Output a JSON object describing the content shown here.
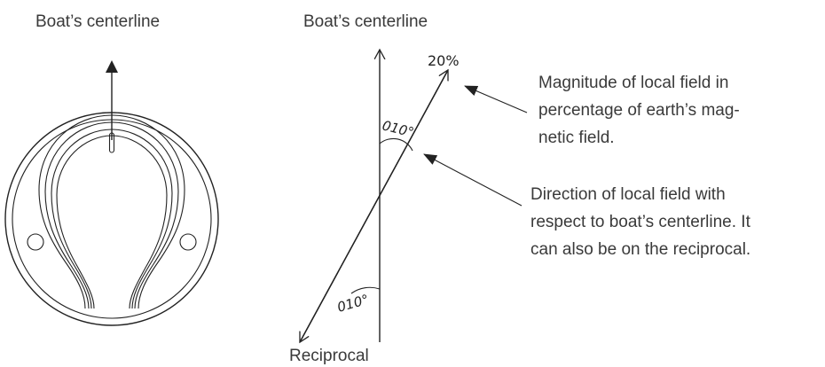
{
  "left_figure": {
    "title": "Boat’s centerline"
  },
  "right_figure": {
    "title": "Boat’s centerline",
    "magnitude_label": "20%",
    "angle_top": "010°",
    "angle_bottom": "010°",
    "reciprocal_label": "Reciprocal"
  },
  "callouts": {
    "magnitude": {
      "lines": [
        "Magnitude of local field in",
        "percentage of earth’s mag-",
        "netic field."
      ]
    },
    "direction": {
      "lines": [
        "Direction of local field with",
        "respect to boat’s centerline. It",
        "can also be on the reciprocal."
      ]
    }
  }
}
